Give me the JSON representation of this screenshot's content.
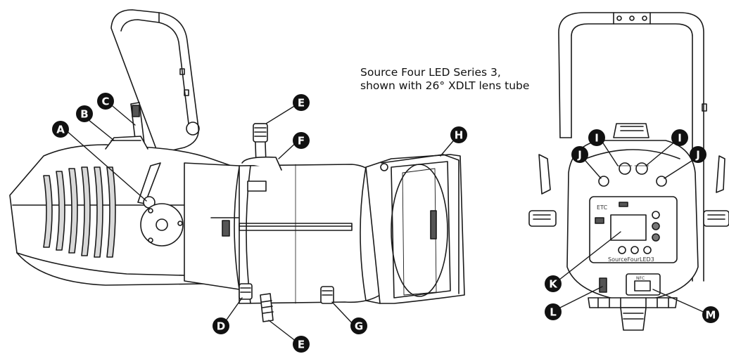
{
  "caption": {
    "line1": "Source Four LED Series 3,",
    "line2": "shown with 26° XDLT lens tube"
  },
  "panel": {
    "brand_label": "ETC",
    "model_label": "SourceFourLED3",
    "nfc_label": "NFC"
  },
  "callouts": [
    {
      "id": "A",
      "letter": "A"
    },
    {
      "id": "B",
      "letter": "B"
    },
    {
      "id": "C",
      "letter": "C"
    },
    {
      "id": "D",
      "letter": "D"
    },
    {
      "id": "E-top",
      "letter": "E"
    },
    {
      "id": "E-bottom",
      "letter": "E"
    },
    {
      "id": "F",
      "letter": "F"
    },
    {
      "id": "G",
      "letter": "G"
    },
    {
      "id": "H",
      "letter": "H"
    },
    {
      "id": "I-left",
      "letter": "I"
    },
    {
      "id": "I-right",
      "letter": "I"
    },
    {
      "id": "J-left",
      "letter": "J"
    },
    {
      "id": "J-right",
      "letter": "J"
    },
    {
      "id": "K",
      "letter": "K"
    },
    {
      "id": "L",
      "letter": "L"
    },
    {
      "id": "M",
      "letter": "M"
    }
  ],
  "colors": {
    "line": "#1a1a1a",
    "callout_fill": "#111111",
    "callout_text": "#ffffff",
    "shade": "#d9d9d9"
  }
}
